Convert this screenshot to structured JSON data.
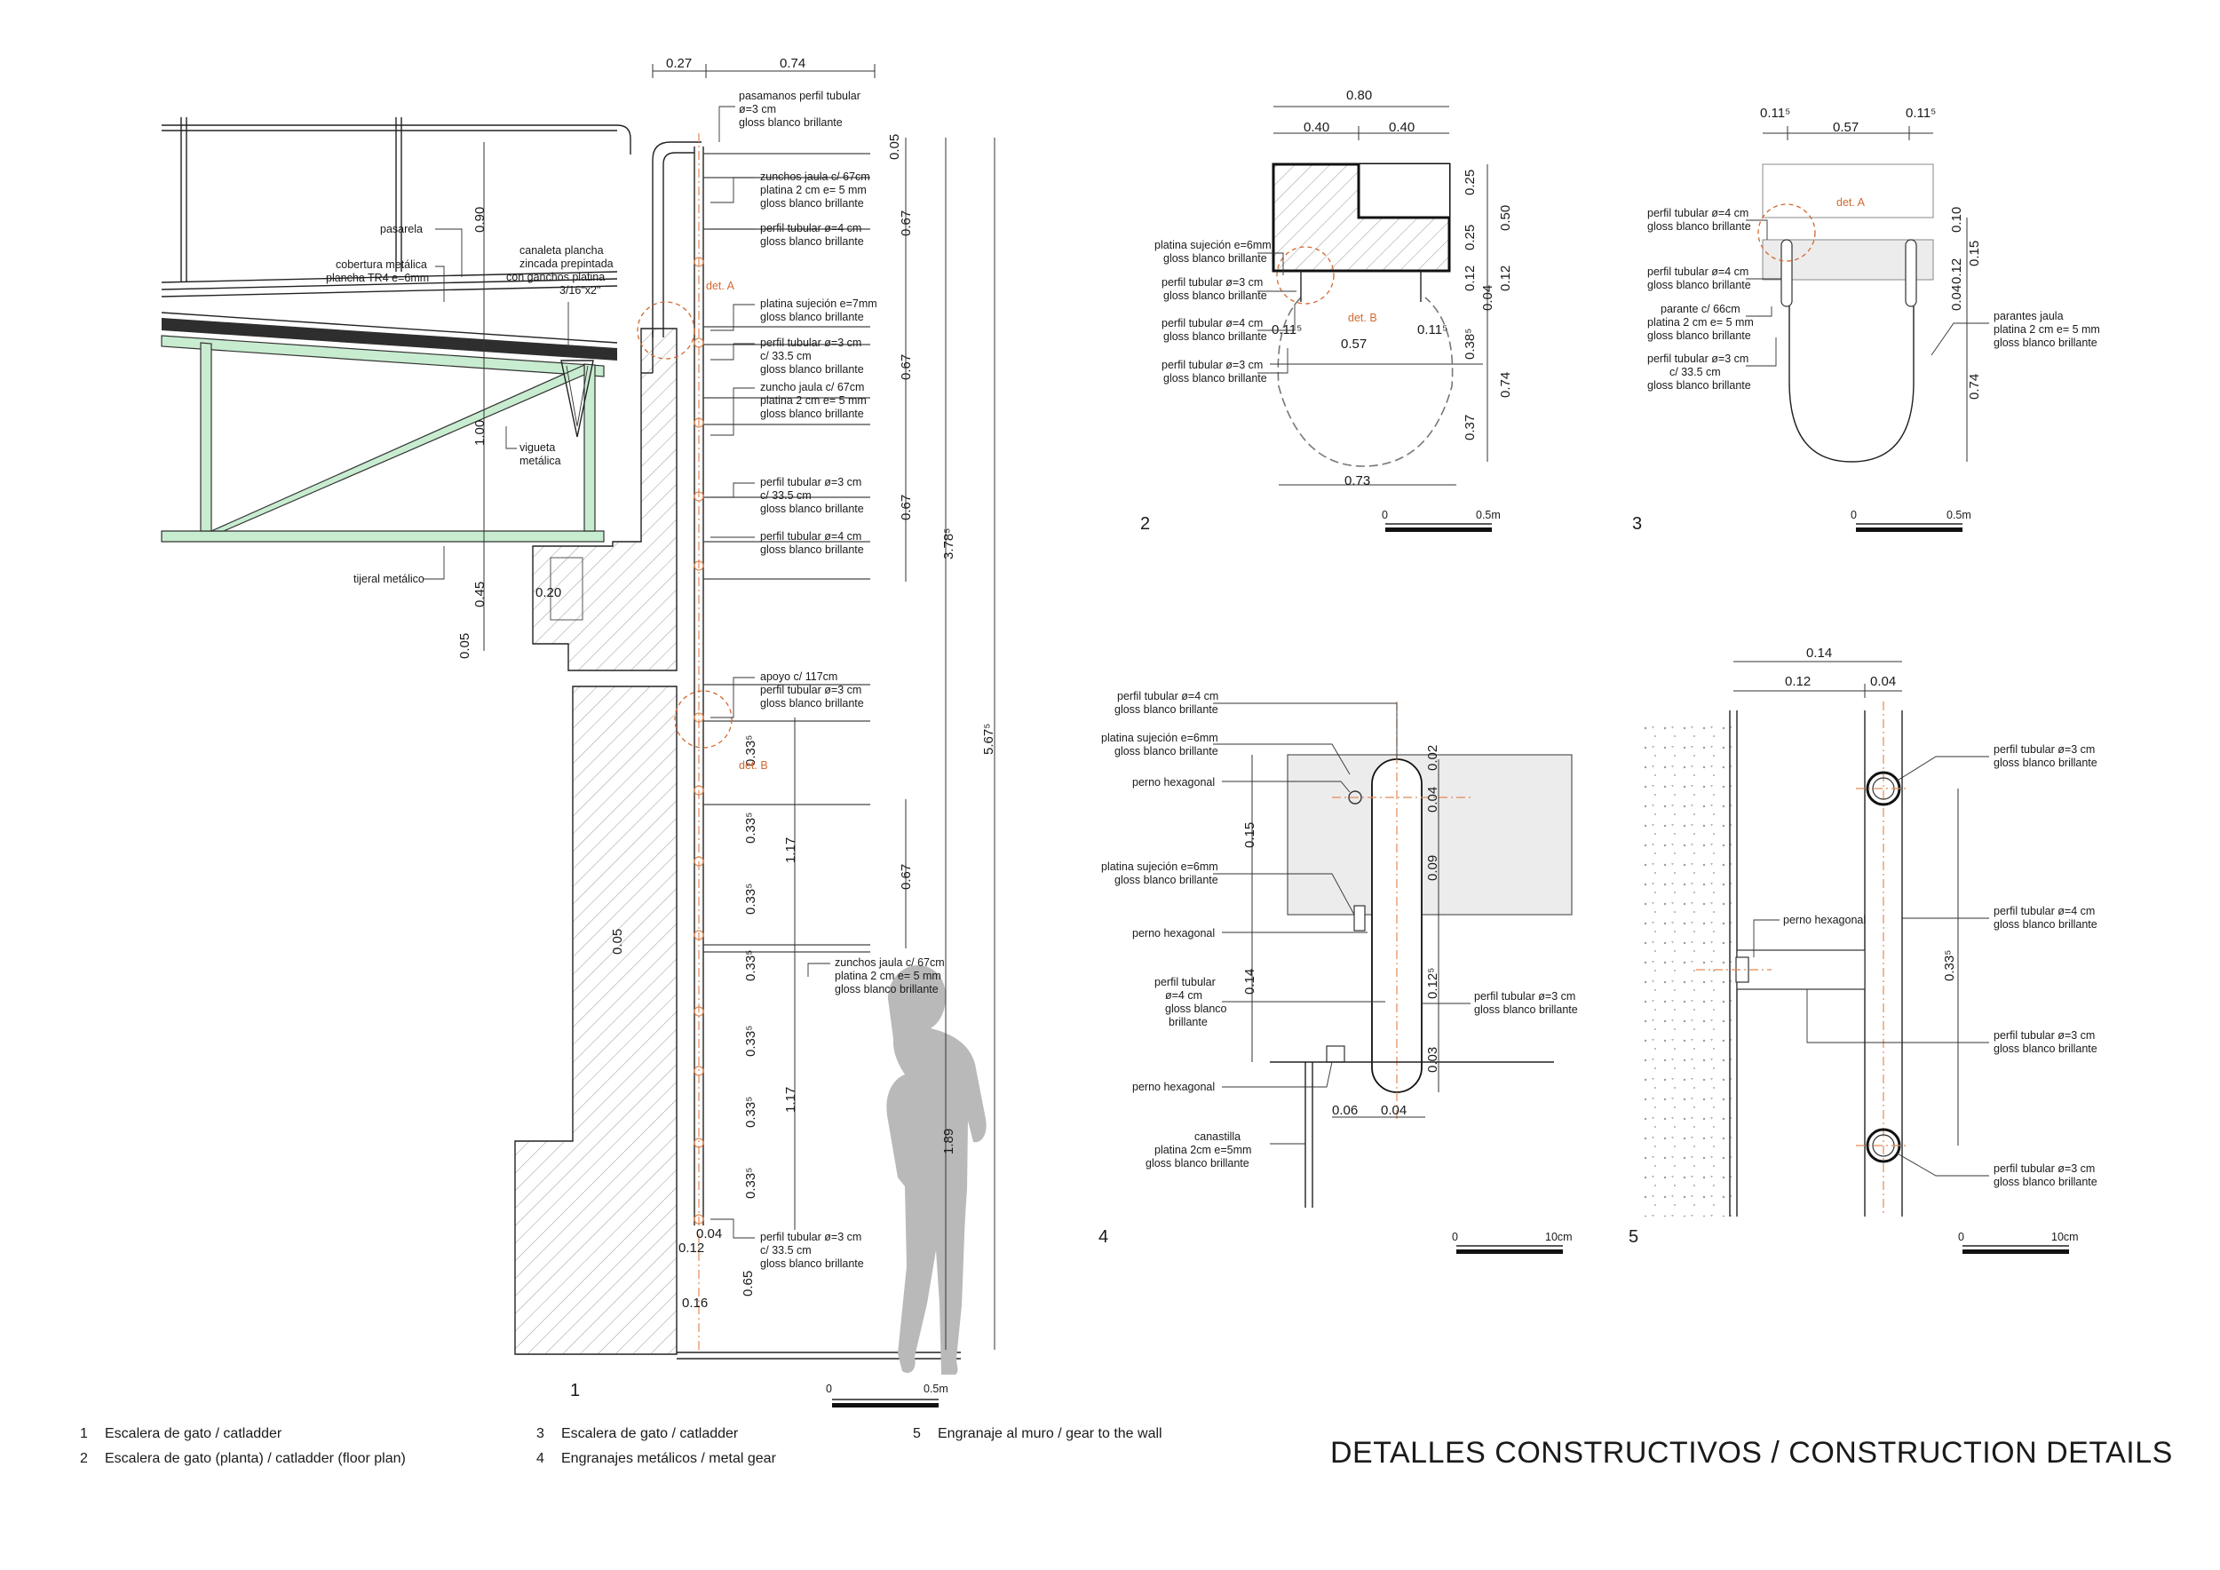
{
  "sheet": {
    "title": "DETALLES CONSTRUCTIVOS / CONSTRUCTION DETAILS"
  },
  "legend": [
    {
      "num": "1",
      "text": "Escalera de gato / catladder"
    },
    {
      "num": "2",
      "text": "Escalera de gato (planta) / catladder (floor plan)"
    },
    {
      "num": "3",
      "text": "Escalera de gato / catladder"
    },
    {
      "num": "4",
      "text": "Engranajes metálicos / metal gear"
    },
    {
      "num": "5",
      "text": "Engranaje al muro / gear to the wall"
    }
  ],
  "detail1": {
    "number": "1",
    "scale": {
      "start": "0",
      "end": "0.5m"
    },
    "dims_top": [
      "0.27",
      "0.74"
    ],
    "dims_vertical": [
      "0.90",
      "1.00",
      "0.45",
      "0.05",
      "0.20",
      "0.05",
      "0.67",
      "0.67",
      "0.67",
      "0.67",
      "0.05",
      "3.78⁵",
      "5.67⁵",
      "1.89",
      "0.33⁵",
      "1.17",
      "1.17",
      "0.04",
      "0.12",
      "0.16",
      "0.65"
    ],
    "labels": {
      "pasamanos": [
        "pasamanos perfil tubular",
        "ø=3 cm",
        "gloss blanco brillante"
      ],
      "zunchos_top": [
        "zunchos jaula c/ 67cm",
        "platina 2 cm e= 5 mm",
        "gloss blanco brillante"
      ],
      "perfil4_a": [
        "perfil tubular ø=4 cm",
        "gloss blanco brillante"
      ],
      "platina_sujecion": [
        "platina sujeción e=7mm",
        "gloss blanco brillante"
      ],
      "perfil3_a": [
        "perfil tubular ø=3 cm",
        "c/ 33.5 cm",
        "gloss blanco brillante"
      ],
      "zuncho_jaula": [
        "zuncho jaula c/ 67cm",
        "platina 2 cm e= 5 mm",
        "gloss blanco brillante"
      ],
      "perfil3_b": [
        "perfil tubular ø=3 cm",
        "c/ 33.5 cm",
        "gloss blanco brillante"
      ],
      "perfil4_b": [
        "perfil tubular ø=4 cm",
        "gloss blanco brillante"
      ],
      "apoyo": [
        "apoyo c/ 117cm",
        "perfil tubular ø=3 cm",
        "gloss blanco brillante"
      ],
      "zunchos_low": [
        "zunchos jaula c/ 67cm",
        "platina 2 cm e= 5 mm",
        "gloss blanco brillante"
      ],
      "perfil3_c": [
        "perfil tubular ø=3 cm",
        "c/ 33.5 cm",
        "gloss blanco brillante"
      ],
      "pasarela": [
        "pasarela"
      ],
      "cobertura": [
        "cobertura metálica",
        "plancha TR4 e=6mm"
      ],
      "canaleta": [
        "canaleta plancha",
        "zincada prepintada",
        "con ganchos platina",
        "3/16\"x2\""
      ],
      "vigueta": [
        "vigueta",
        "metálica"
      ],
      "tijeral": [
        "tijeral metálico"
      ],
      "det_a": "det. A",
      "det_b": "det. B"
    }
  },
  "detail2": {
    "number": "2",
    "scale": {
      "start": "0",
      "end": "0.5m"
    },
    "dims": [
      "0.80",
      "0.40",
      "0.40",
      "0.25",
      "0.50",
      "0.25",
      "0.12",
      "0.04",
      "0.12",
      "0.38⁵",
      "0.74",
      "0.37",
      "0.11⁵",
      "0.57",
      "0.11⁵",
      "0.73"
    ],
    "labels": {
      "platina": [
        "platina sujeción e=6mm",
        "gloss blanco brillante"
      ],
      "perfil3_a": [
        "perfil tubular ø=3 cm",
        "gloss blanco brillante"
      ],
      "perfil4": [
        "perfil tubular ø=4 cm",
        "gloss blanco brillante"
      ],
      "perfil3_b": [
        "perfil tubular ø=3 cm",
        "gloss blanco brillante"
      ],
      "det_b": "det. B"
    }
  },
  "detail3": {
    "number": "3",
    "scale": {
      "start": "0",
      "end": "0.5m"
    },
    "dims": [
      "0.11⁵",
      "0.57",
      "0.11⁵",
      "0.10",
      "0.15",
      "0.12",
      "0.04",
      "0.74"
    ],
    "labels": {
      "perfil4_a": [
        "perfil tubular ø=4 cm",
        "gloss blanco brillante"
      ],
      "perfil4_b": [
        "perfil tubular ø=4 cm",
        "gloss blanco brillante"
      ],
      "parante": [
        "parante c/ 66cm",
        "platina 2 cm e= 5 mm",
        "gloss blanco brillante"
      ],
      "perfil3": [
        "perfil tubular ø=3 cm",
        "c/ 33.5 cm",
        "gloss blanco brillante"
      ],
      "parantes_jaula": [
        "parantes jaula",
        "platina 2 cm e= 5 mm",
        "gloss blanco brillante"
      ],
      "det_a": "det. A"
    }
  },
  "detail4": {
    "number": "4",
    "scale": {
      "start": "0",
      "end": "10cm"
    },
    "dims": [
      "0.15",
      "0.14",
      "0.02",
      "0.04",
      "0.09",
      "0.12⁵",
      "0.03",
      "0.06",
      "0.04"
    ],
    "labels": {
      "perfil4_top": [
        "perfil tubular ø=4 cm",
        "gloss blanco brillante"
      ],
      "platina_a": [
        "platina sujeción e=6mm",
        "gloss blanco brillante"
      ],
      "perno_a": [
        "perno hexagonal"
      ],
      "platina_b": [
        "platina sujeción e=6mm",
        "gloss blanco brillante"
      ],
      "perno_b": [
        "perno hexagonal"
      ],
      "perfil4_left": [
        "perfil tubular",
        "ø=4 cm",
        "gloss blanco",
        "brillante"
      ],
      "perno_c": [
        "perno hexagonal"
      ],
      "canastilla": [
        "canastilla",
        "platina 2cm e=5mm",
        "gloss blanco brillante"
      ],
      "perfil3": [
        "perfil tubular ø=3 cm",
        "gloss blanco brillante"
      ]
    }
  },
  "detail5": {
    "number": "5",
    "scale": {
      "start": "0",
      "end": "10cm"
    },
    "dims": [
      "0.14",
      "0.12",
      "0.04",
      "0.33⁵"
    ],
    "labels": {
      "perfil3_top": [
        "perfil tubular ø=3 cm",
        "gloss blanco brillante"
      ],
      "perno": [
        "perno hexagonal"
      ],
      "perfil4": [
        "perfil tubular ø=4 cm",
        "gloss blanco brillante"
      ],
      "perfil3_mid": [
        "perfil tubular ø=3 cm",
        "gloss blanco brillante"
      ],
      "perfil3_bot": [
        "perfil tubular ø=3 cm",
        "gloss blanco brillante"
      ]
    }
  }
}
